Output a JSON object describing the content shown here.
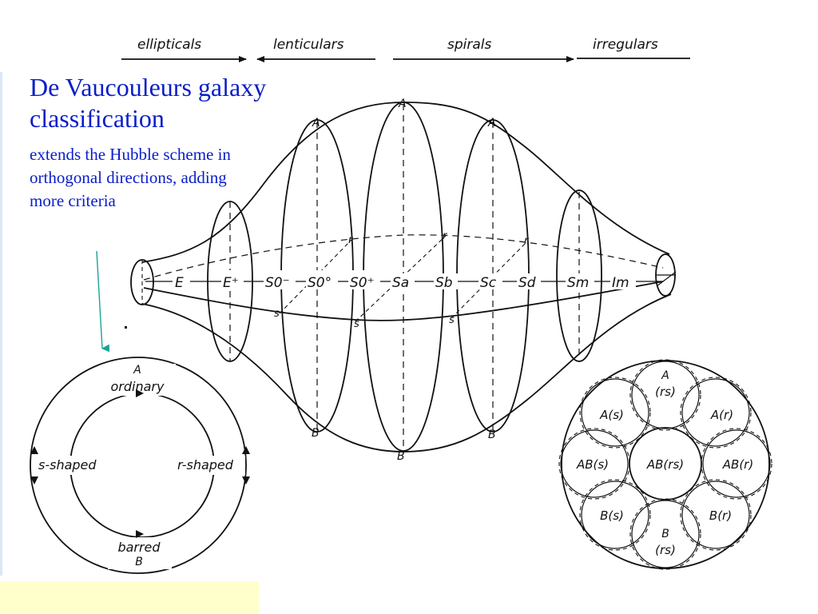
{
  "title": "De Vaucouleurs  galaxy classification",
  "subtitle": "extends the  Hubble scheme in orthogonal directions, adding more criteria",
  "header_categories": [
    "ellipticals",
    "lenticulars",
    "spirals",
    "irregulars"
  ],
  "stage_labels": [
    "E",
    "E⁺",
    "S0⁻",
    "S0°",
    "S0⁺",
    "Sa",
    "Sb",
    "Sc",
    "Sd",
    "Sm",
    "Im"
  ],
  "axis_letters": {
    "top": "A",
    "bottom": "B",
    "ring": "r",
    "spiral": "s"
  },
  "family_diagram": {
    "top_line1": "A",
    "top_line2": "ordinary",
    "left": "s-shaped",
    "right": "r-shaped",
    "bottom_line1": "barred",
    "bottom_line2": "B"
  },
  "variety_diagram": {
    "top_line1": "A",
    "top_line2": "(rs)",
    "upper_left": "A(s)",
    "upper_right": "A(r)",
    "mid_left": "AB(s)",
    "center": "AB(rs)",
    "mid_right": "AB(r)",
    "lower_left": "B(s)",
    "lower_right": "B(r)",
    "bottom_line1": "B",
    "bottom_line2": "(rs)"
  },
  "colors": {
    "text_blue": "#0a1ec8",
    "arrow_teal": "#1aa39a",
    "footer_box": "#ffffcc"
  }
}
